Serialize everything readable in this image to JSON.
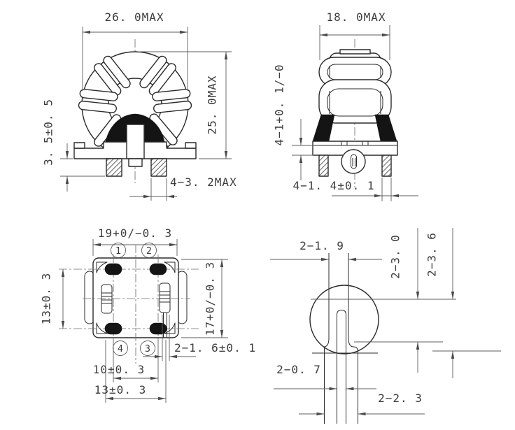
{
  "page": {
    "background": "#ffffff",
    "line_color": "#2a2a2a",
    "dim_color": "#4a4a4a"
  },
  "views": {
    "front": {
      "dim_width": "26. 0MAX",
      "dim_height": "25. 0MAX",
      "dim_standoff": "3. 5±0. 5",
      "dim_pin_width": "4−3. 2MAX"
    },
    "side": {
      "dim_width": "18. 0MAX",
      "dim_flange": "4−1+0. 1/−0",
      "dim_pin_width": "4−1. 4±0. 1"
    },
    "bottom": {
      "dim_body_width": "19+0/−0. 3",
      "dim_pad_rows": "13±0. 3",
      "dim_body_depth": "17+0/−0. 3",
      "dim_slot_width": "2−1. 6±0. 1",
      "dim_pin_cols": "10±0. 3",
      "dim_pin_span": "13±0. 3",
      "pin_numbers": [
        "1",
        "2",
        "3",
        "4"
      ]
    },
    "detail": {
      "dim_slot_gap": "2−1. 9",
      "dim_depth_inner": "2−3. 0",
      "dim_depth_outer": "2−3. 6",
      "dim_wire_dia": "2−0. 7",
      "dim_slot_outer": "2−2. 3"
    }
  }
}
